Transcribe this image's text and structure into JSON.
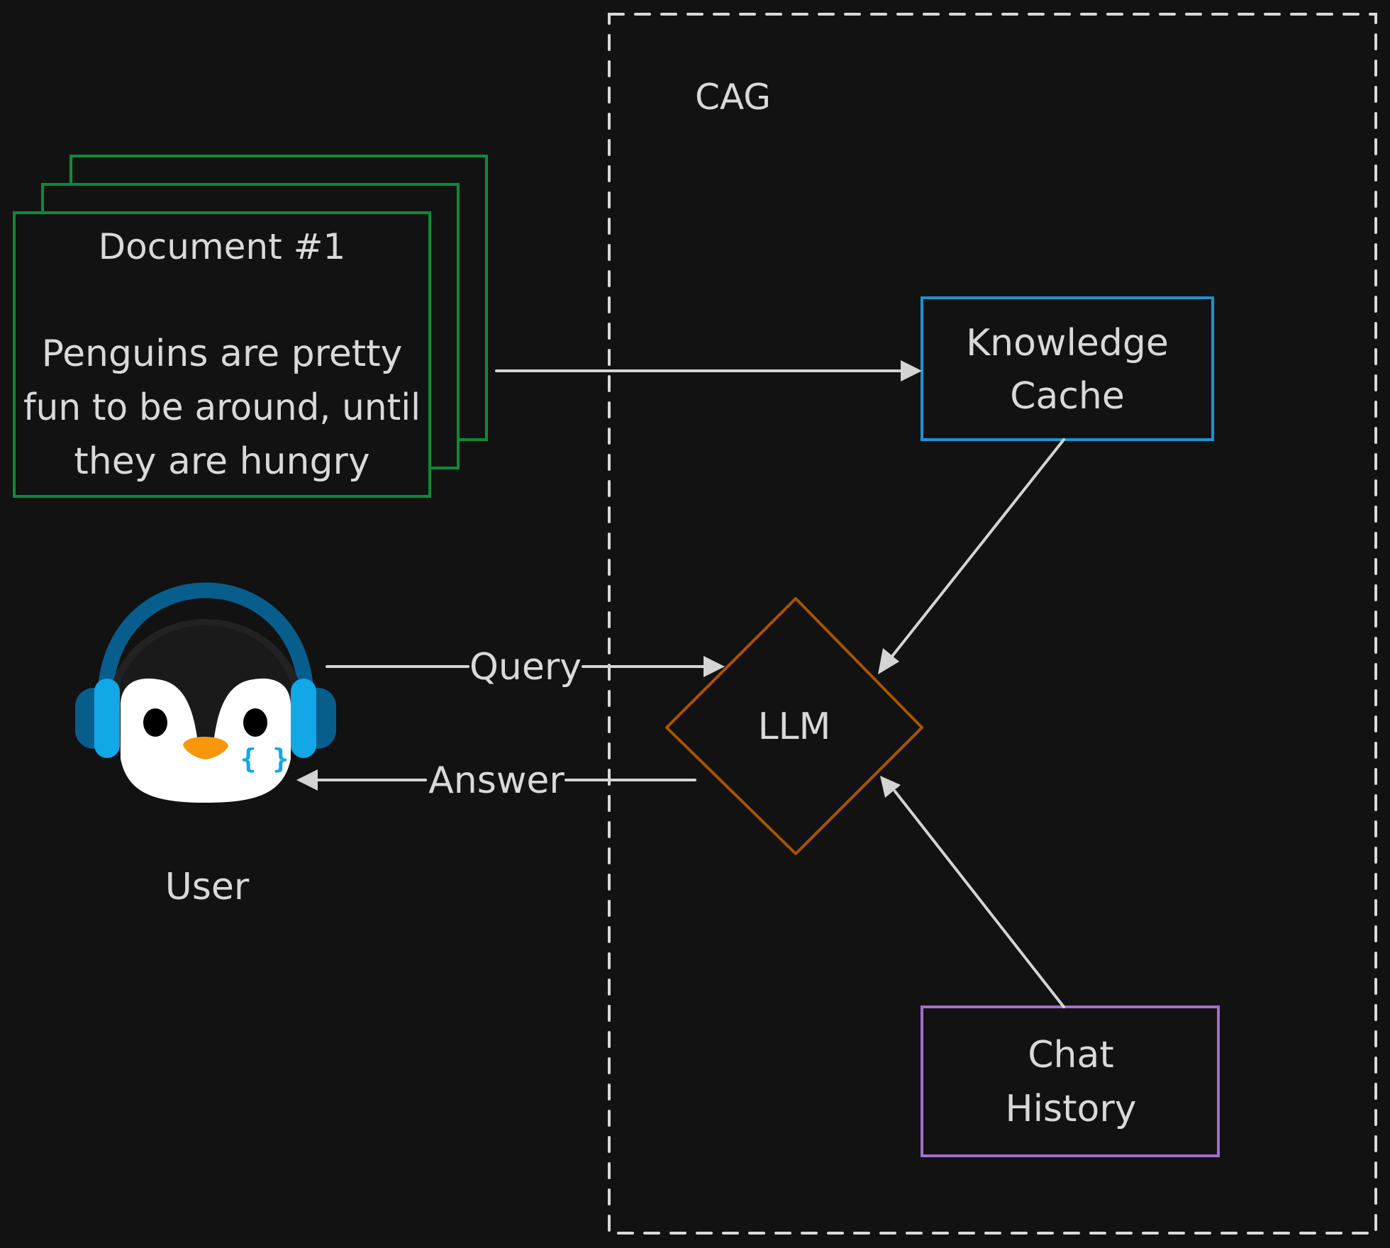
{
  "colors": {
    "background": "#121212",
    "text": "#d9d9d9",
    "edge": "#d4d4d4",
    "document_border": "#0b8a3a",
    "knowledge_cache_border": "#1a94d3",
    "llm_border": "#a65403",
    "chat_history_border": "#a06ed0",
    "group_border": "#d9d9d9",
    "headphones_dark": "#075e8c",
    "headphones_light": "#12a7e6",
    "beak": "#f8960c"
  },
  "group": {
    "label": "CAG",
    "style": "dashed"
  },
  "document": {
    "title": "Document #1",
    "body_lines": [
      "Penguins are pretty",
      "fun to be around, until",
      "they are hungry"
    ],
    "stack_count": 3
  },
  "knowledge_cache": {
    "lines": [
      "Knowledge",
      "Cache"
    ]
  },
  "llm": {
    "label": "LLM",
    "shape": "diamond"
  },
  "chat_history": {
    "lines": [
      "Chat",
      "History"
    ]
  },
  "user": {
    "label": "User",
    "icon": "penguin-headphones-icon",
    "badge_text": "{ }"
  },
  "edges": [
    {
      "from": "document",
      "to": "knowledge_cache",
      "label": ""
    },
    {
      "from": "knowledge_cache",
      "to": "llm",
      "label": ""
    },
    {
      "from": "user",
      "to": "llm",
      "label": "Query"
    },
    {
      "from": "llm",
      "to": "user",
      "label": "Answer"
    },
    {
      "from": "chat_history",
      "to": "llm",
      "label": ""
    }
  ]
}
